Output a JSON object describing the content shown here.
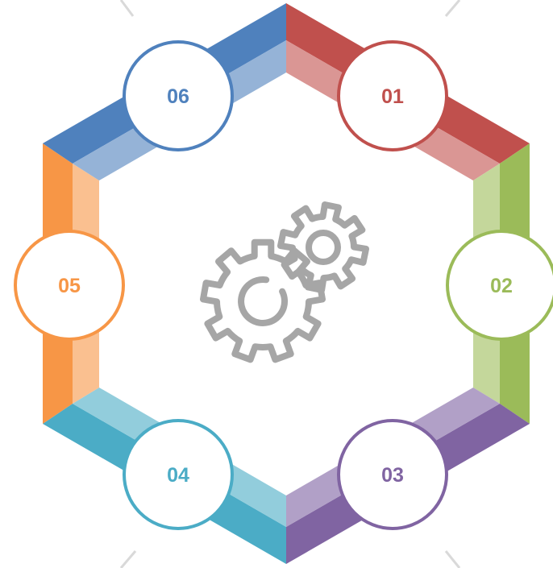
{
  "steps": [
    {
      "label": "01",
      "color": "#C0504D",
      "light": "#DA9694",
      "icon": "number-badge"
    },
    {
      "label": "02",
      "color": "#9BBB59",
      "light": "#C4D79B",
      "icon": "number-badge"
    },
    {
      "label": "03",
      "color": "#8064A2",
      "light": "#B1A0C7",
      "icon": "number-badge"
    },
    {
      "label": "04",
      "color": "#4BACC6",
      "light": "#92CDDC",
      "icon": "number-badge"
    },
    {
      "label": "05",
      "color": "#F79646",
      "light": "#FAC090",
      "icon": "number-badge"
    },
    {
      "label": "06",
      "color": "#4F81BD",
      "light": "#95B3D7",
      "icon": "number-badge"
    }
  ],
  "center_icon": {
    "name": "gears-icon",
    "color": "#A6A6A6"
  },
  "accent_line_color": "#D9D9D9"
}
